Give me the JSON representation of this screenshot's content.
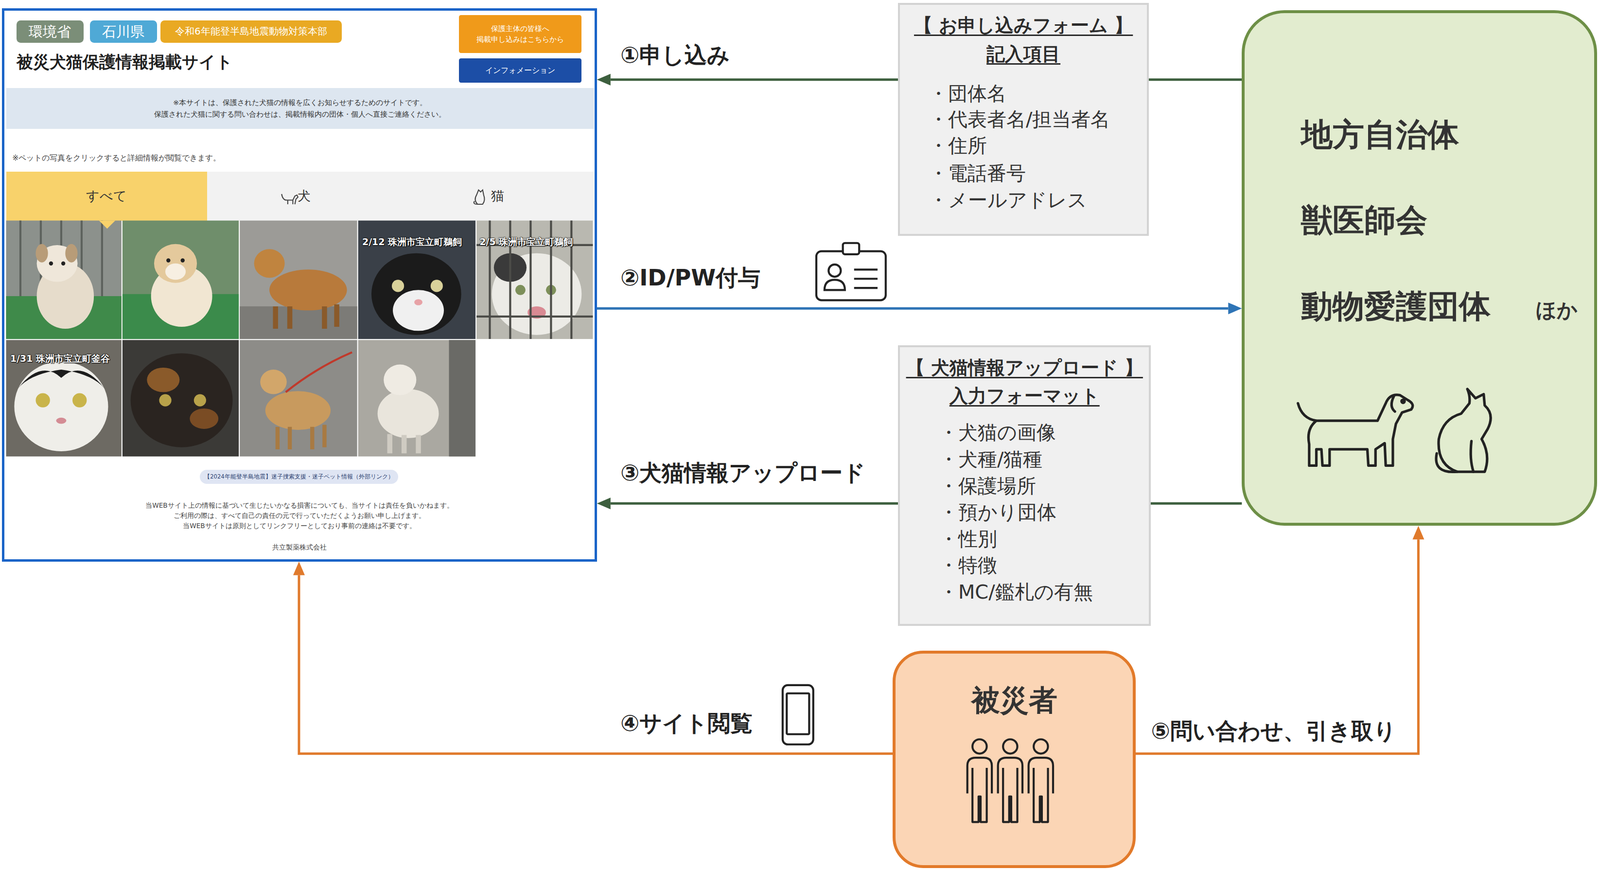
{
  "diagram": {
    "nodes": [
      {
        "text": [
          "被災犬猫保護情報掲載サイト",
          "※ペットの写真をクリックすると詳細情報が閲覧できます。",
          "当WEBサイト上の情報に基づいて生じたいかなる損害についても、当サイトは責任を負いかねます。",
          "ご利用の際は、すべて自己の責任の元で行っていただくようお願い申し上げます。",
          "当WEBサイトは原則としてリンクフリーとしており事前の連絡は不要です。",
          "共立製薬株式会社"
        ]
      },
      {
        "text": [
          "環境省"
        ],
        "in": 0
      },
      {
        "text": [
          "石川県"
        ],
        "in": 0
      },
      {
        "text": [
          "令和6年能登半島地震動物対策本部"
        ],
        "in": 0
      },
      {
        "text": [
          "保護主体の皆様へ 掲載申し込みはこちらから"
        ],
        "in": 0
      },
      {
        "text": [
          "インフォメーション"
        ],
        "in": 0
      },
      {
        "text": [
          "※本サイトは、保護された犬猫の情報を広くお知らせするためのサイトです。 保護された犬猫に関する問い合わせは、掲載情報内の団体・個人へ直接ご連絡ください。"
        ],
        "in": 0
      },
      {
        "text": [
          "すべて"
        ],
        "in": 0
      },
      {
        "text": [
          "犬"
        ],
        "in": 0
      },
      {
        "text": [
          "猫"
        ],
        "in": 0
      },
      {
        "text": [
          "【2024年能登半島地震】迷子捜索支援・迷子ペット情報（外部リンク）"
        ],
        "in": 0
      },
      {
        "text": [
          "【 お申し込みフォーム 】 記入項目",
          "・団体名",
          "・代表者名/担当者名",
          "・住所",
          "・電話番号",
          "・メールアドレス"
        ]
      },
      {
        "text": [
          "【 犬猫情報アップロード 】 入力フォーマット",
          "・犬猫の画像",
          "・犬種/猫種",
          "・保護場所",
          "・預かり団体",
          "・性別",
          "・特徴",
          "・MC/鑑札の有無"
        ]
      },
      {
        "text": [
          "地方自治体",
          "獣医師会",
          "動物愛護団体",
          "ほか"
        ]
      },
      {
        "text": [
          "被災者"
        ]
      }
    ],
    "edges": [
      {
        "from": 13,
        "to": 0,
        "label": "①申し込み",
        "arrow": "to"
      },
      {
        "from": 0,
        "to": 13,
        "label": "②ID/PW付与",
        "arrow": "to"
      },
      {
        "from": 13,
        "to": 0,
        "label": "③犬猫情報アップロード",
        "arrow": "to"
      },
      {
        "from": 14,
        "to": 0,
        "label": "④サイト閲覧",
        "arrow": "to"
      },
      {
        "from": 14,
        "to": 13,
        "label": "⑤問い合わせ、引き取り",
        "arrow": "to"
      }
    ],
    "labels": [
      "2/12 珠洲市宝立町鵜飼",
      "2/5 珠洲市宝立町鵜飼",
      "1/31 珠洲市宝立町釜谷"
    ]
  }
}
